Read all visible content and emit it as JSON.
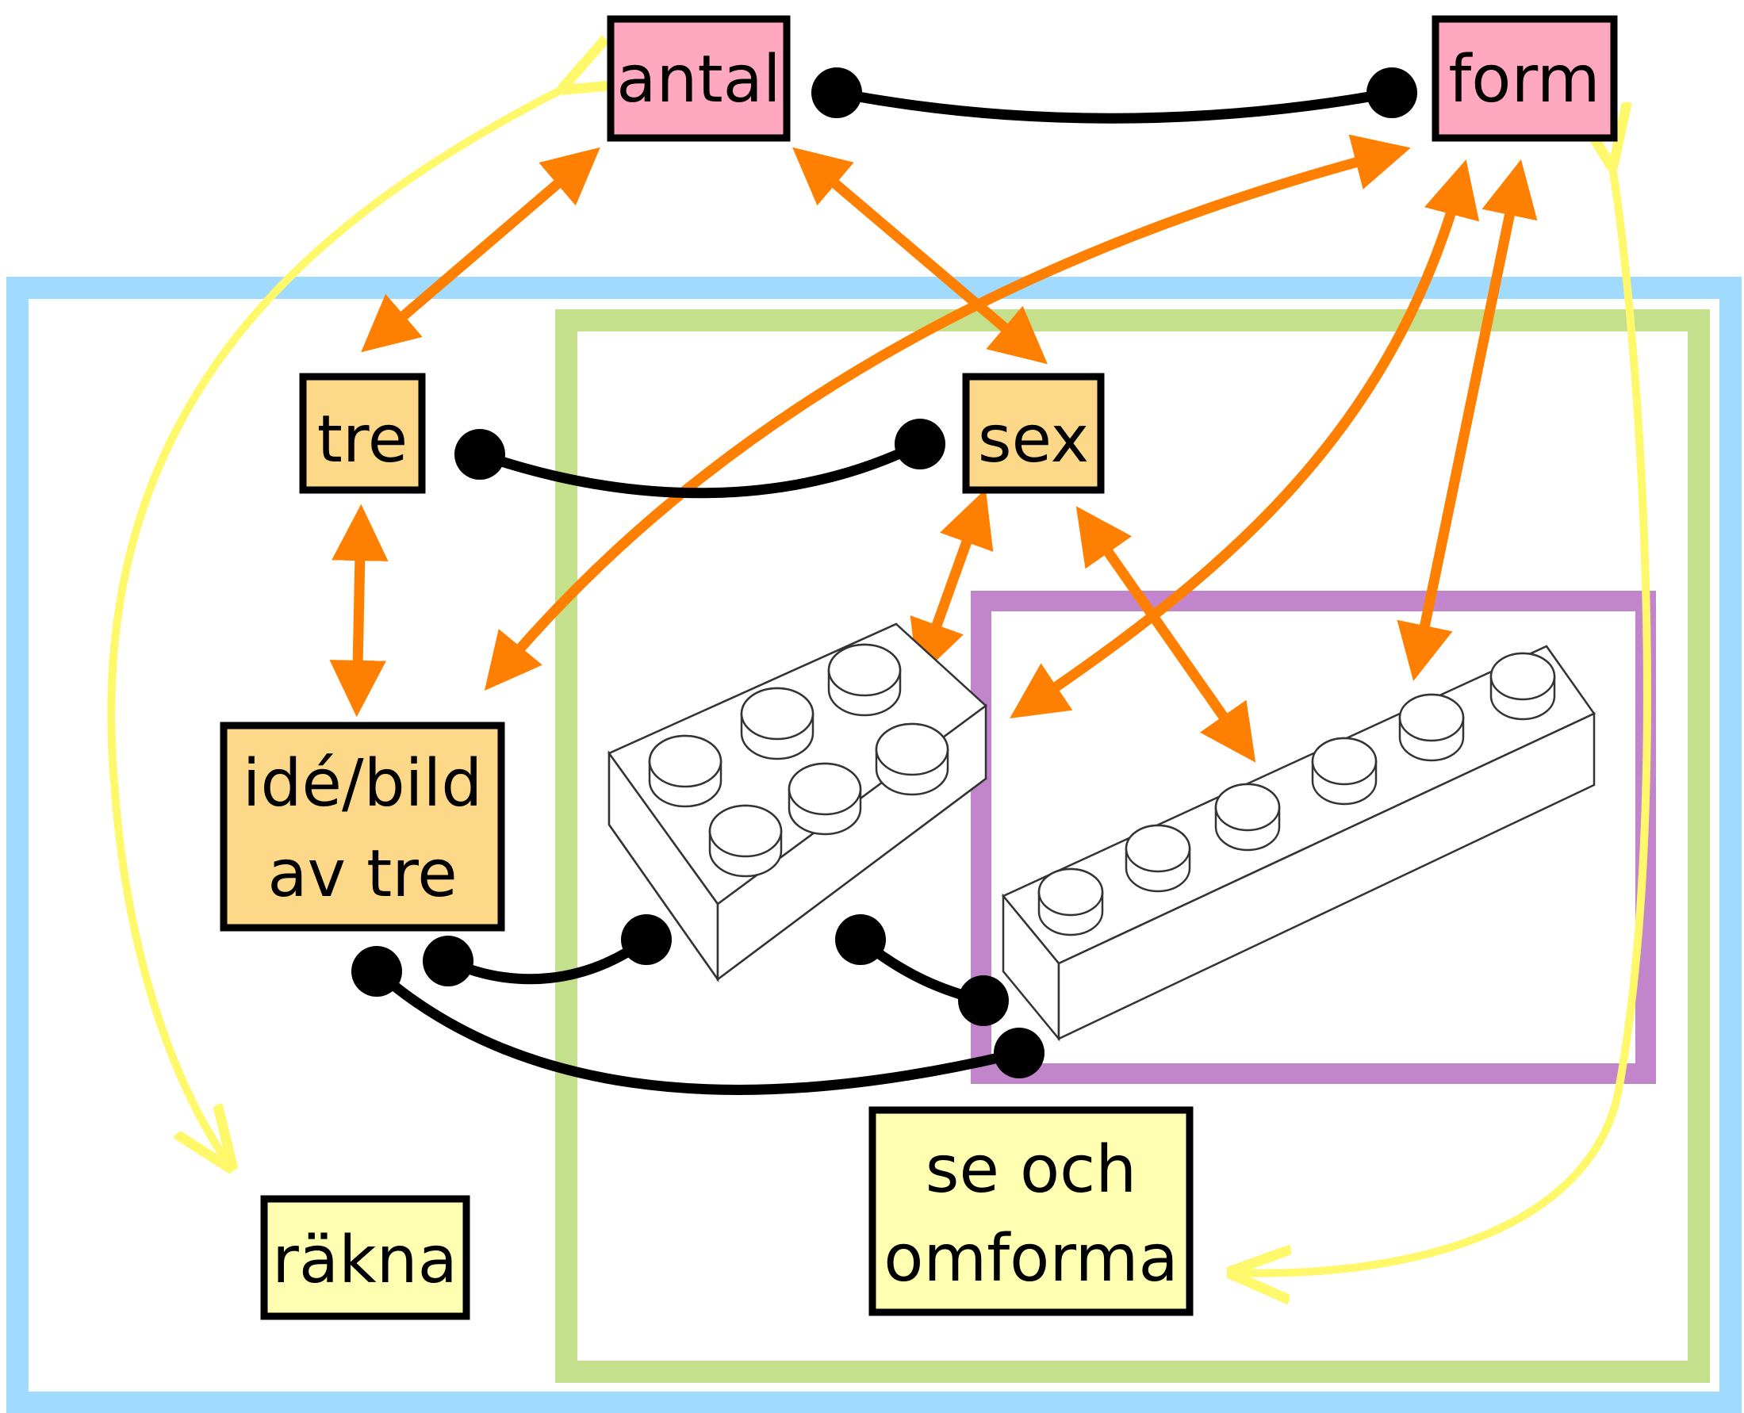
{
  "labels": {
    "antal": "antal",
    "form": "form",
    "tre": "tre",
    "sex": "sex",
    "ide_line1": "idé/bild",
    "ide_line2": "av tre",
    "rakna": "räkna",
    "se_line1": "se och",
    "se_line2": "omforma"
  },
  "colors": {
    "concept_box": "#FFA8C0",
    "word_box": "#FCD888",
    "activity_box": "#FFFFB2",
    "blue_frame": "#A0DAFF",
    "green_frame": "#C5E08C",
    "purple_frame": "#C285CC",
    "orange_arrow": "#FF8000",
    "yellow_arrow": "#FFF86A",
    "connector": "#000000"
  },
  "icons": {
    "brick_2x3": "lego-brick-2x3-icon",
    "brick_1x6": "lego-brick-1x6-icon"
  }
}
